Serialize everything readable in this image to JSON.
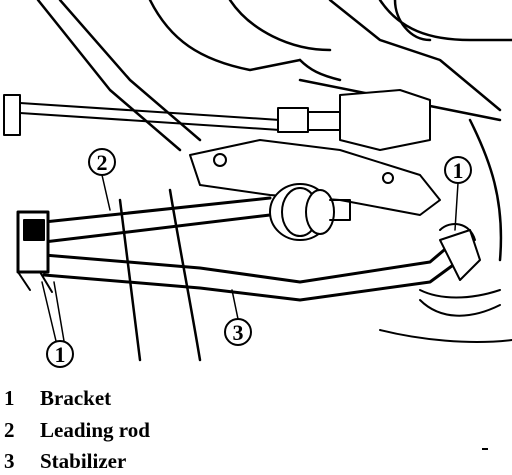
{
  "callouts": [
    {
      "number": "1"
    },
    {
      "number": "2"
    },
    {
      "number": "3"
    },
    {
      "number": "1"
    }
  ],
  "legend": [
    {
      "number": "1",
      "text": "Bracket"
    },
    {
      "number": "2",
      "text": "Leading rod"
    },
    {
      "number": "3",
      "text": "Stabilizer"
    }
  ],
  "colors": {
    "ink": "#000000",
    "paper": "#ffffff"
  }
}
